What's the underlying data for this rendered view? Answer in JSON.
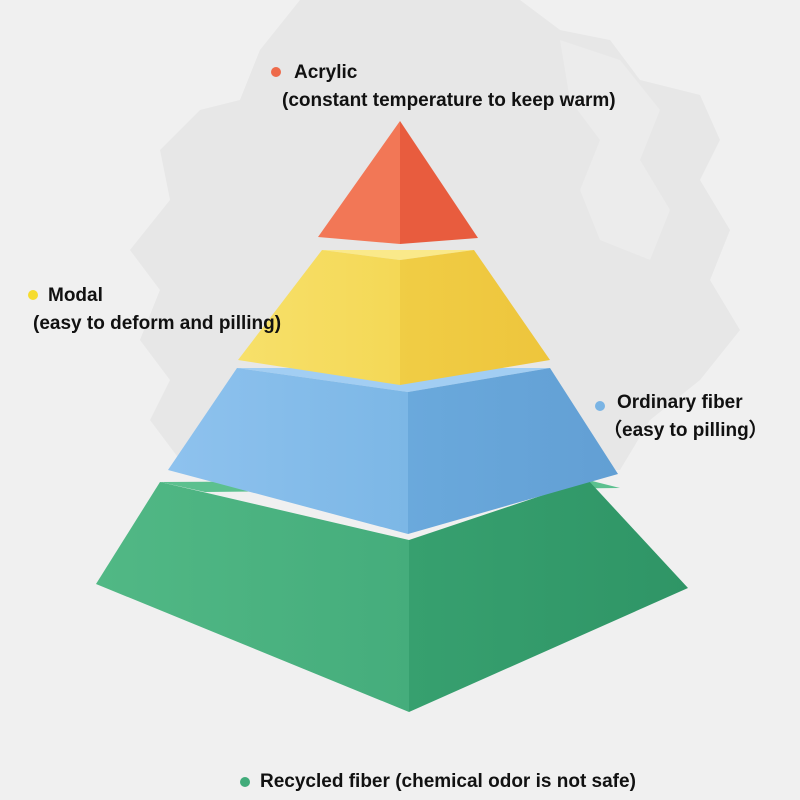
{
  "colors": {
    "background": "#f0f0f0",
    "map_silhouette": "#e6e6e6",
    "acrylic": "#ee6a4a",
    "modal": "#f6dc5e",
    "ordinary": "#7ab4e4",
    "recycled": "#41ab7a"
  },
  "tiers": [
    {
      "name": "Acrylic",
      "description": "(constant temperature to keep warm)",
      "color": "#ee6a4a"
    },
    {
      "name": "Modal",
      "description": "(easy to deform and pilling)",
      "color": "#f6dc5e"
    },
    {
      "name": "Ordinary fiber",
      "description": "（easy to pilling）",
      "color": "#7ab4e4"
    },
    {
      "name": "Recycled fiber",
      "description": "(chemical odor is not safe)",
      "color": "#41ab7a"
    }
  ]
}
